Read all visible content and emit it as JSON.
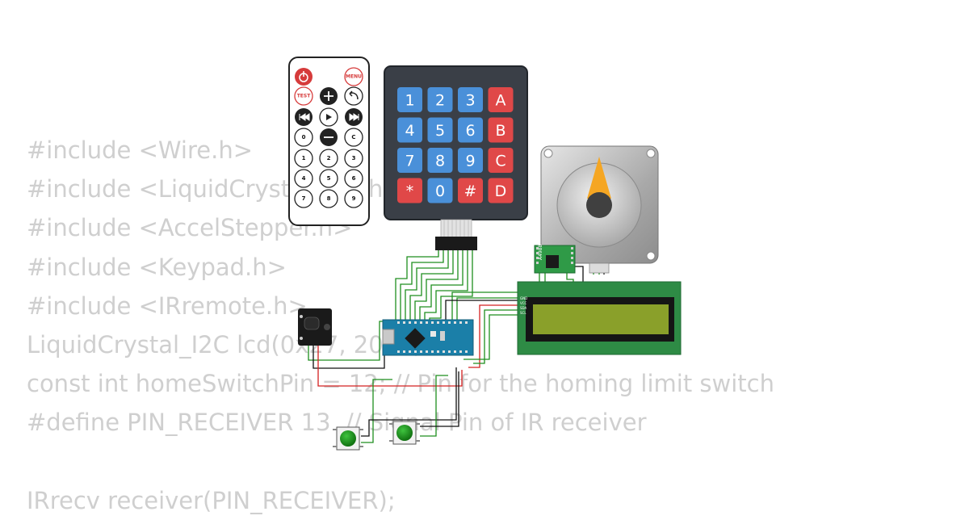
{
  "code_lines": [
    "#include <Wire.h>",
    "#include <LiquidCrystal_I2C.h>",
    "#include <AccelStepper.h>",
    "#include <Keypad.h>",
    "#include <IRremote.h>",
    "LiquidCrystal_I2C lcd(0x27, 20, 4);",
    "const int homeSwitchPin = 12; // Pin for the homing limit switch",
    "#define PIN_RECEIVER 13  // Signal Pin of IR receiver",
    "",
    "IRrecv receiver(PIN_RECEIVER);"
  ],
  "keypad": {
    "rows": [
      [
        "1",
        "2",
        "3",
        "A"
      ],
      [
        "4",
        "5",
        "6",
        "B"
      ],
      [
        "7",
        "8",
        "9",
        "C"
      ],
      [
        "*",
        "0",
        "#",
        "D"
      ]
    ],
    "key_color_blue": "#4a90d9",
    "key_color_red": "#e04848"
  },
  "remote": {
    "power_icon": "power-icon",
    "menu_label": "MENU",
    "test_label": "TEST",
    "plus_icon": "plus-icon",
    "back_icon": "back-icon",
    "prev_icon": "prev-icon",
    "play_icon": "play-icon",
    "next_icon": "next-icon",
    "minus_icon": "minus-icon",
    "digits": [
      "0",
      "C",
      "1",
      "2",
      "3",
      "4",
      "5",
      "6",
      "7",
      "8",
      "9"
    ]
  },
  "driver": {
    "label": "A4988"
  },
  "lcd": {
    "pins": [
      "GND",
      "VCC",
      "SDA",
      "SCL"
    ],
    "screen_color": "#8aa02a",
    "board_color": "#2e8b45"
  },
  "colors": {
    "wire_green": "#1e8e1e",
    "wire_red": "#d42020",
    "wire_black": "#111111",
    "nano_blue": "#1b7fa8"
  }
}
